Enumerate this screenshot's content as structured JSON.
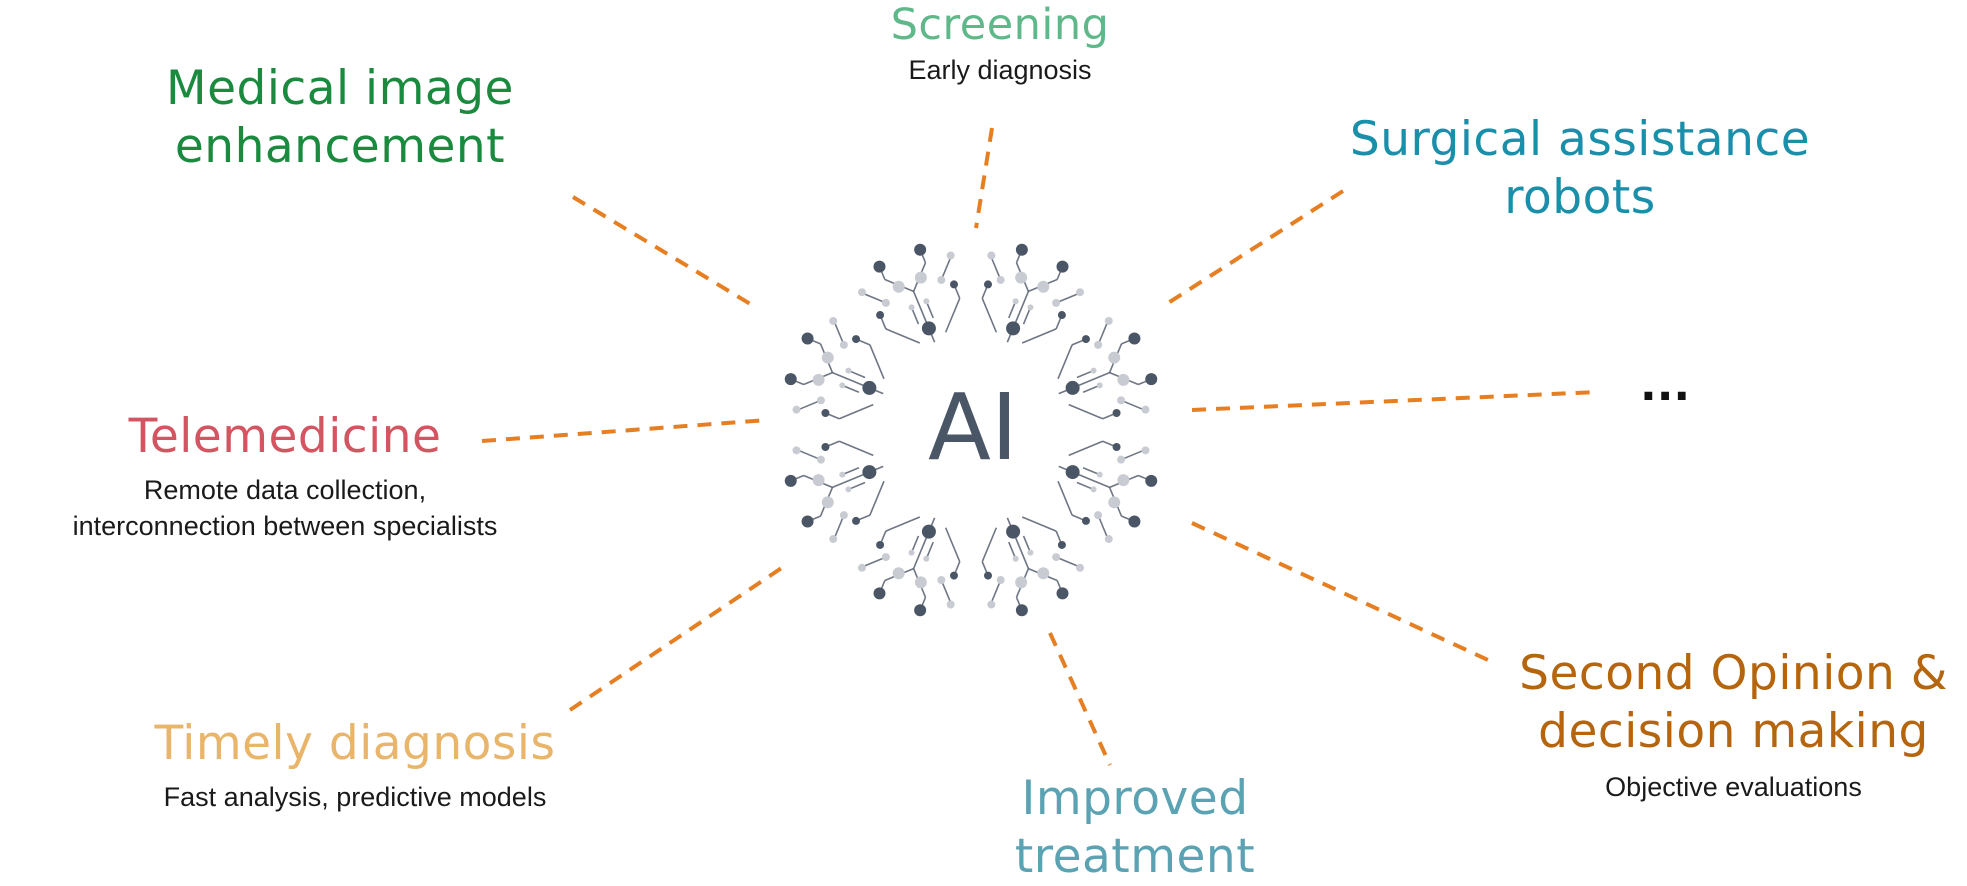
{
  "center_label": "AI",
  "ellipsis": "...",
  "colors": {
    "connector": "#e67e22",
    "circuit": "#4a5566",
    "circuit_light": "#c8ccd2"
  },
  "nodes": {
    "screening": {
      "title": "Screening",
      "subtitle": "Early diagnosis",
      "color": "#5fb88a"
    },
    "medical_image": {
      "title_line1": "Medical image",
      "title_line2": "enhancement",
      "color": "#1a8a3e"
    },
    "surgical": {
      "title_line1": "Surgical assistance",
      "title_line2": "robots",
      "color": "#1a8faa"
    },
    "telemedicine": {
      "title": "Telemedicine",
      "subtitle_line1": "Remote data collection,",
      "subtitle_line2": "interconnection between specialists",
      "color": "#d35561"
    },
    "timely": {
      "title": "Timely diagnosis",
      "subtitle": "Fast analysis, predictive models",
      "color": "#e8b56a"
    },
    "improved": {
      "title_line1": "Improved",
      "title_line2": "treatment",
      "color": "#5ba2b3"
    },
    "second_opinion": {
      "title_line1": "Second Opinion &",
      "title_line2": "decision making",
      "subtitle": "Objective evaluations",
      "color": "#b5650d"
    }
  }
}
